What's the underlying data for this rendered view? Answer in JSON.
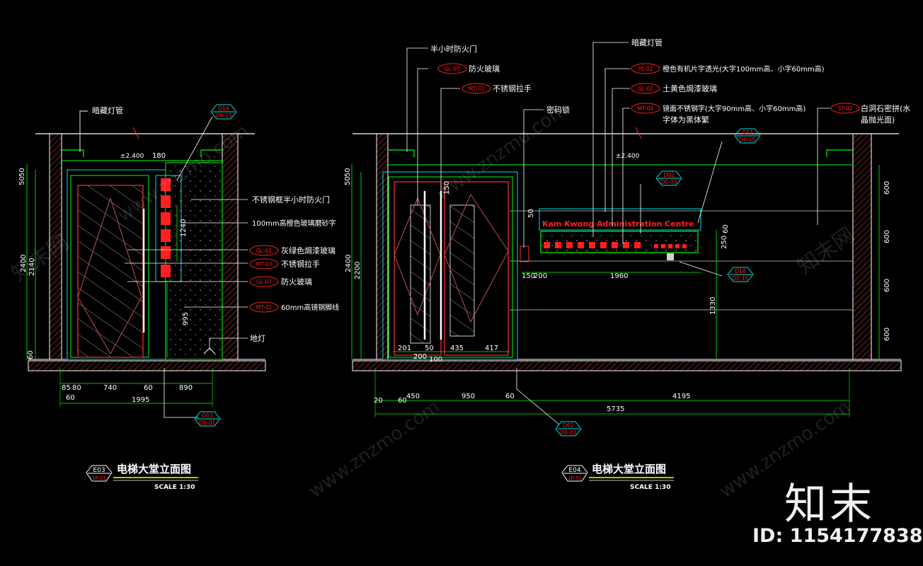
{
  "left": {
    "title": "电梯大堂立面图",
    "ref_code": "E03",
    "ref_sheet": "1P-01",
    "scale": "SCALE 1:30",
    "level": "±2.400",
    "labels": {
      "light": "暗藏灯管",
      "door_frame": "不锈钢框半小时防火门",
      "glass_char": "100mm高橙色玻璃磨砂字",
      "gl01": "灰绿色焗漆玻璃",
      "mt03": "不锈钢拉手",
      "gl07": "防火玻璃",
      "mt02": "60mm高镜钢脚线",
      "floor_light": "地灯"
    },
    "tags": {
      "gl01": "GL-01",
      "mt03": "MT-03",
      "gl07": "GL-07",
      "mt02": "MT-02"
    },
    "bubbles": {
      "top": [
        "D16",
        "D0-13"
      ],
      "bottom": [
        "D03",
        "D0-01"
      ]
    },
    "dims": {
      "h_2400": "2400",
      "h_2140": "2140",
      "h_50": "50",
      "h_50b": "50",
      "h_60": "60",
      "w_180": "180",
      "v_1240": "1240",
      "v_995": "995",
      "b_85": "85",
      "b_80": "80",
      "b_740": "740",
      "b_60": "60",
      "b_890": "890",
      "b_60b": "60",
      "b_1995": "1995"
    }
  },
  "right": {
    "title": "电梯大堂立面图",
    "ref_code": "E04",
    "ref_sheet": "1P-01",
    "scale": "SCALE 1:30",
    "level": "±2.400",
    "sign_text": "Kam Kwong Administration Centre",
    "labels": {
      "half_hour_door": "半小时防火门",
      "gl07": "防火玻璃",
      "mt03": "不锈钢拉手",
      "code_lock": "密码锁",
      "light": "暗藏灯管",
      "pl02": "橙色有机片字透光(大字100mm高、小字60mm高)",
      "gl02": "土黄色焗漆玻璃",
      "mt04": "镜面不锈钢字(大字90mm高、小字60mm高)",
      "mt04b": "字体为黑体繁",
      "st02": "白洞石密拼(水",
      "st02b": "晶抛光面)"
    },
    "tags": {
      "gl07": "GL-07",
      "mt03": "MT-03",
      "pl02": "PL-02",
      "gl02": "GL-02",
      "mt04": "MT-04",
      "st02": "ST-02"
    },
    "bubbles": {
      "d17": [
        "D17",
        "D0-15"
      ],
      "d02": [
        "D02",
        "D0-03"
      ],
      "d18": [
        "D18",
        "D0-15"
      ],
      "bottom": [
        "D02",
        "D0-02"
      ]
    },
    "dims": {
      "h_2400": "2400",
      "h_2200": "2200",
      "h_50": "50",
      "h_50b": "50",
      "v_150": "150",
      "v_50": "50",
      "v_60": "60",
      "v_250": "250",
      "v_1330": "1330",
      "m_150": "150",
      "m_200": "200",
      "m_1960": "1960",
      "d_201": "201",
      "d_50": "50",
      "d_435": "435",
      "d_417": "417",
      "d_200": "200",
      "d_100": "100",
      "b_20": "20",
      "b_60": "60",
      "b_450": "450",
      "b_950": "950",
      "b_60b": "60",
      "b_4195": "4195",
      "b_5735": "5735",
      "r_600a": "600",
      "r_600b": "600",
      "r_600c": "600",
      "r_600d": "600"
    }
  },
  "watermark": {
    "site": "www.znzmo.com",
    "cn": "知末网",
    "brand": "知末",
    "id": "ID: 1154177838"
  },
  "colors": {
    "wall": "#ffffff",
    "green": "#00ff00",
    "red": "#ff2020",
    "cyan": "#00e0e0",
    "yellow": "#ffff00",
    "hatch": "#c0504d"
  }
}
